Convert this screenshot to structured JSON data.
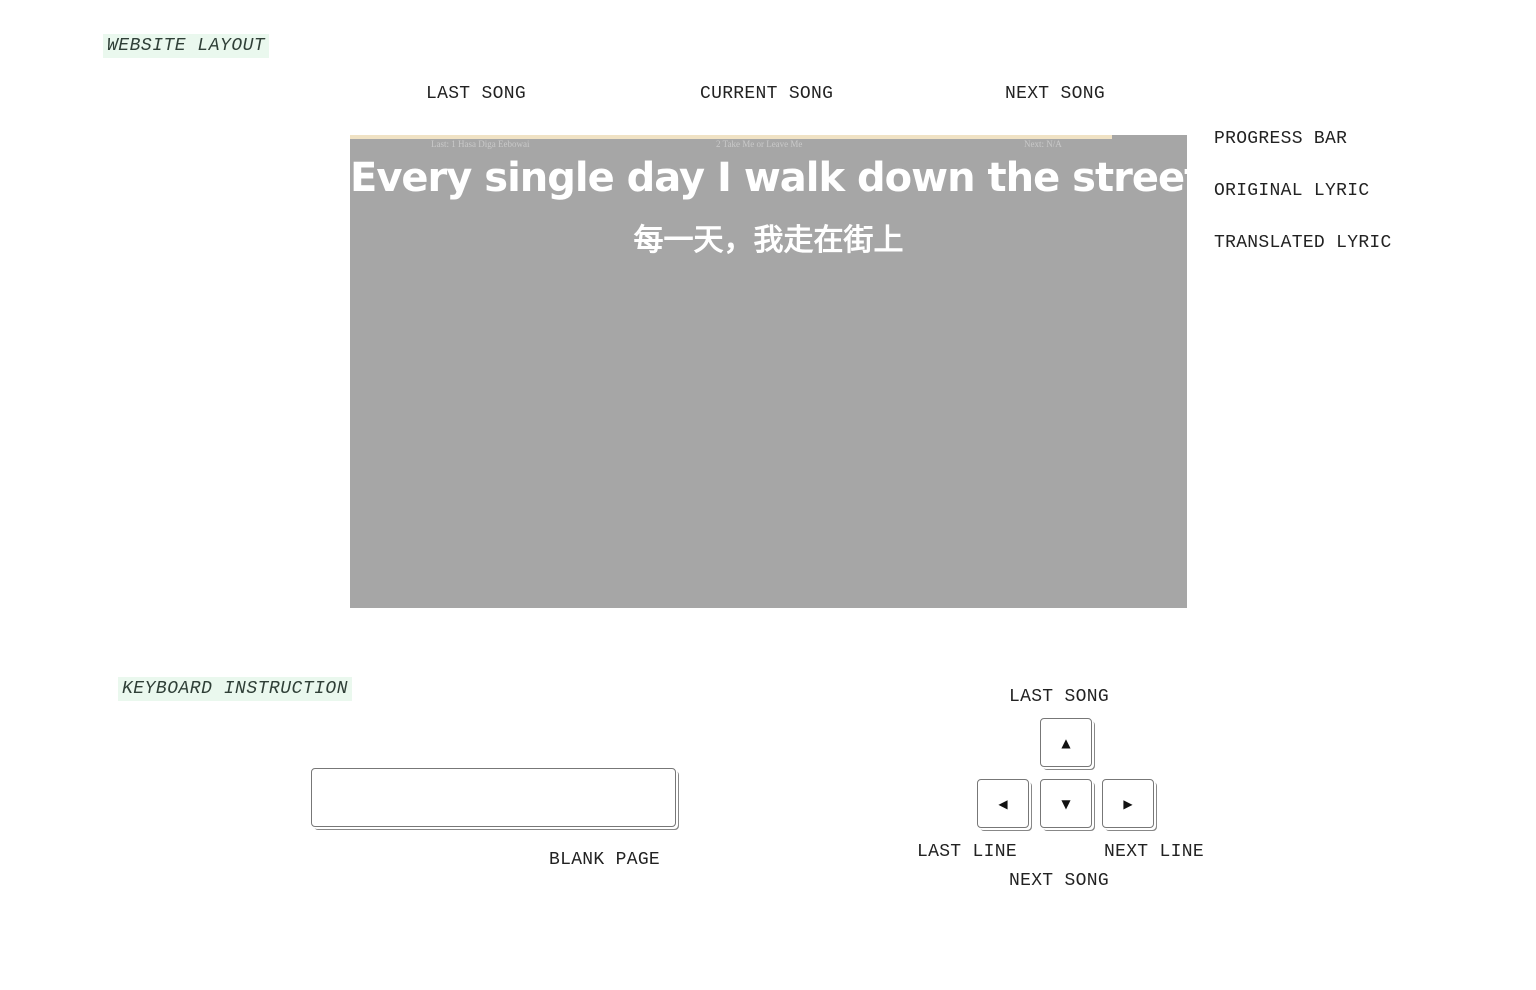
{
  "layout_section": {
    "title": "WEBSITE LAYOUT",
    "top_labels": {
      "last_song": "LAST SONG",
      "current_song": "CURRENT SONG",
      "next_song": "NEXT SONG"
    },
    "side_labels": {
      "progress_bar": "PROGRESS BAR",
      "original_lyric": "ORIGINAL LYRIC",
      "translated_lyric": "TRANSLATED LYRIC"
    }
  },
  "player": {
    "progress_fraction": 0.91,
    "last_song": "Last: 1 Hasa Diga Eebowai",
    "current_song": "2 Take Me or Leave Me",
    "next_song": "Next: N/A",
    "original_lyric": "Every single day I walk down the street",
    "translated_lyric": "每一天，我走在街上",
    "colors": {
      "stage_bg": "#a6a6a6",
      "progress": "#f0e2c4",
      "lyric": "#ffffff"
    }
  },
  "keyboard_section": {
    "title": "KEYBOARD INSTRUCTION",
    "blank_page_label": "BLANK PAGE",
    "up_label": "LAST SONG",
    "down_label": "NEXT SONG",
    "left_label": "LAST LINE",
    "right_label": "NEXT LINE",
    "keys": {
      "up": "▲",
      "down": "▼",
      "left": "◀",
      "right": "▶"
    }
  }
}
